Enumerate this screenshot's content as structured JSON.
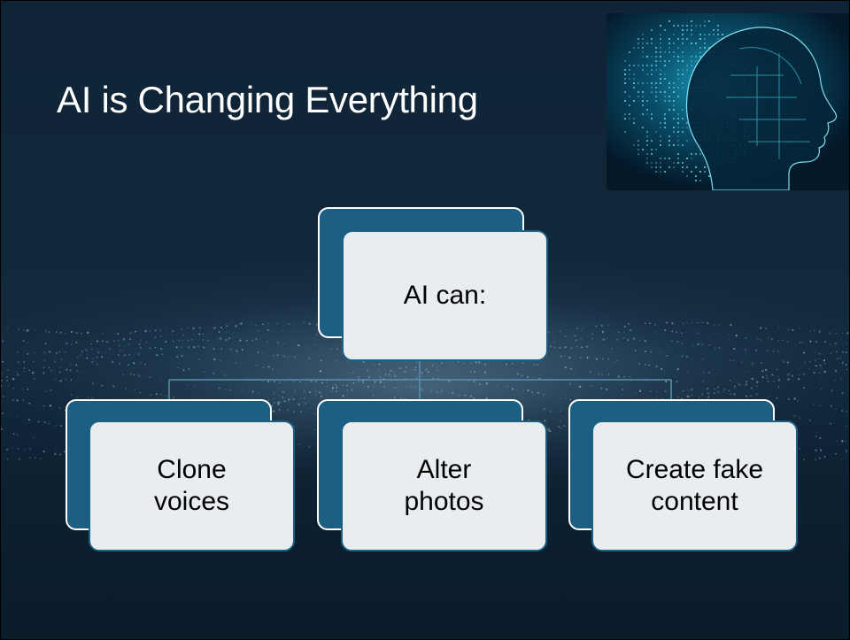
{
  "slide": {
    "title": "AI is Changing Everything",
    "colors": {
      "background": "#10283b",
      "box_dark": "#1c5f82",
      "box_light": "#e9edf0",
      "title": "#ffffff"
    }
  },
  "diagram": {
    "root": {
      "label": "AI can:"
    },
    "children": [
      {
        "label_lines": [
          "Clone",
          "voices"
        ]
      },
      {
        "label_lines": [
          "Alter",
          "photos"
        ]
      },
      {
        "label_lines": [
          "Create fake",
          "content"
        ]
      }
    ]
  }
}
